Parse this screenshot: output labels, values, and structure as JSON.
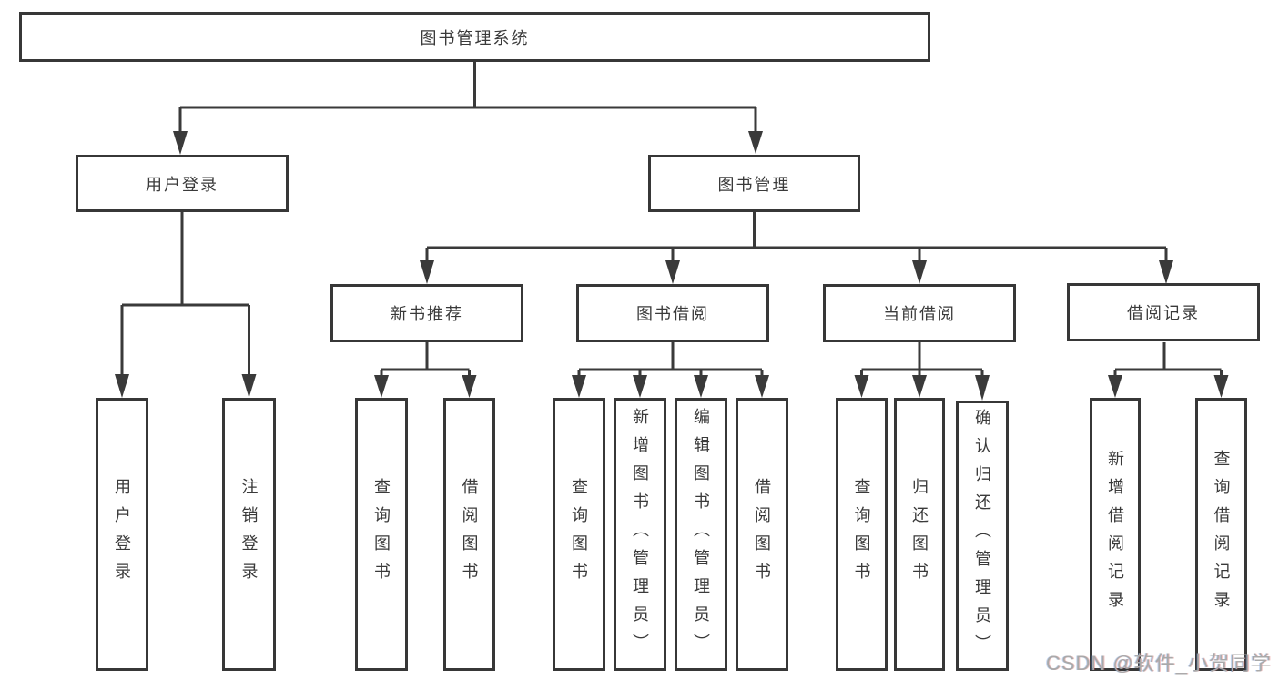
{
  "diagram": {
    "root": {
      "label": "图书管理系统"
    },
    "level2": [
      {
        "label": "用户登录",
        "children": [
          {
            "label": "用户登录"
          },
          {
            "label": "注销登录"
          }
        ]
      },
      {
        "label": "图书管理",
        "children": [
          {
            "label": "新书推荐",
            "children": [
              {
                "label": "查询图书"
              },
              {
                "label": "借阅图书"
              }
            ]
          },
          {
            "label": "图书借阅",
            "children": [
              {
                "label": "查询图书"
              },
              {
                "label": "新增图书（管理员）"
              },
              {
                "label": "编辑图书（管理员）"
              },
              {
                "label": "借阅图书"
              }
            ]
          },
          {
            "label": "当前借阅",
            "children": [
              {
                "label": "查询图书"
              },
              {
                "label": "归还图书"
              },
              {
                "label": "确认归还（管理员）"
              }
            ]
          },
          {
            "label": "借阅记录",
            "children": [
              {
                "label": "新增借阅记录"
              },
              {
                "label": "查询借阅记录"
              }
            ]
          }
        ]
      }
    ]
  },
  "watermark": {
    "text": "CSDN @软件_小贺同学"
  },
  "colors": {
    "line": "#3a3a3a",
    "box_border": "#373737",
    "text": "#3a3a3a",
    "watermark": "#a9a9a9",
    "background": "#ffffff"
  }
}
